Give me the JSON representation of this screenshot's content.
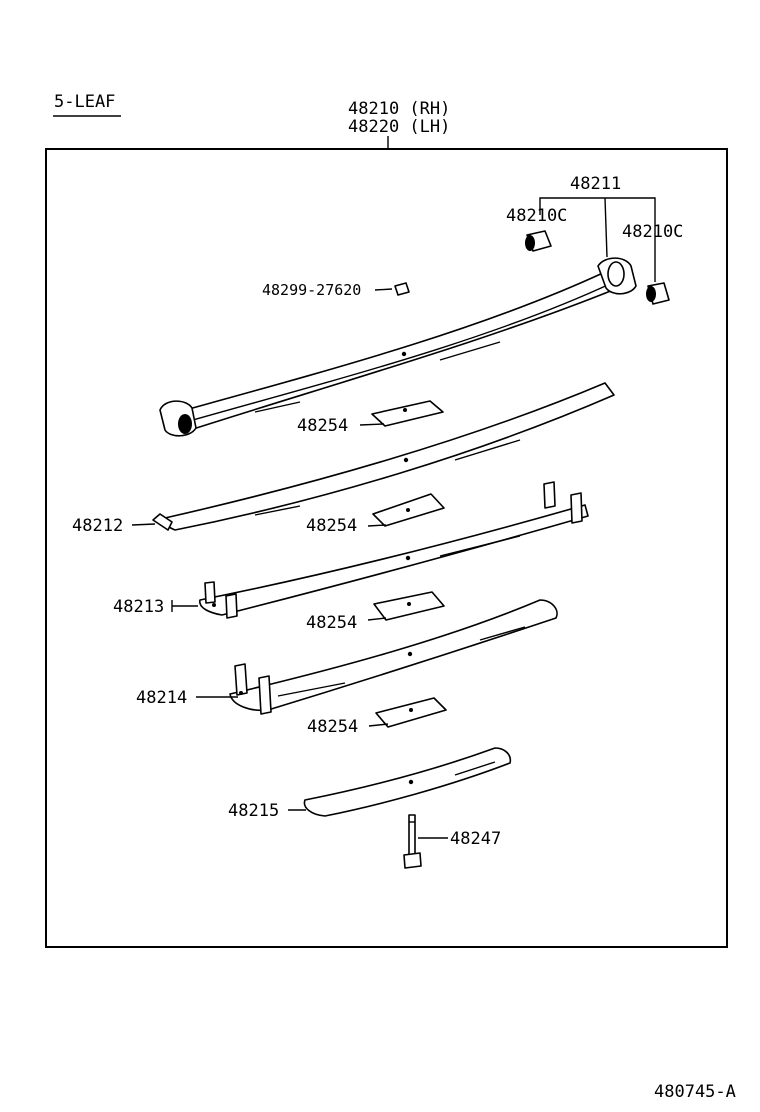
{
  "header": {
    "variant": "5-LEAF",
    "assembly_rh": "48210 (RH)",
    "assembly_lh": "48220 (LH)"
  },
  "parts": {
    "spring_no1": "48211",
    "bushing_left": "48210C",
    "bushing_right": "48210C",
    "nut": "48299-27620",
    "leaf_no2": "48212",
    "leaf_no3": "48213",
    "leaf_no4": "48214",
    "leaf_no5": "48215",
    "insert_1": "48254",
    "insert_2": "48254",
    "insert_3": "48254",
    "insert_4": "48254",
    "center_bolt": "48247"
  },
  "footer": {
    "diagram_id": "480745-A"
  }
}
